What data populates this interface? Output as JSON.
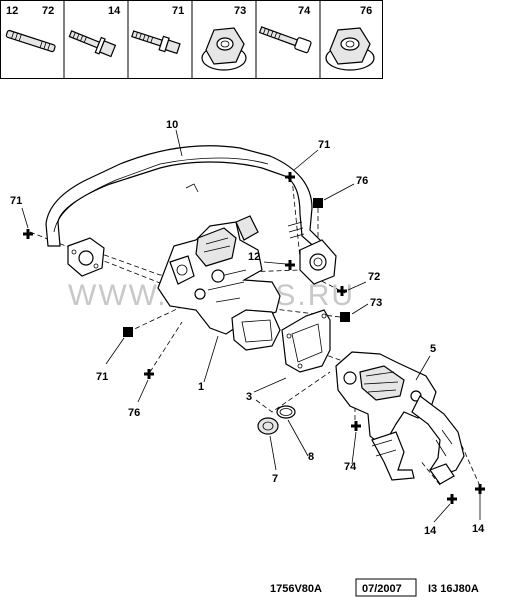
{
  "header": {
    "cells": [
      {
        "labels": [
          "12",
          "72"
        ],
        "icon": "stud-bolt-icon"
      },
      {
        "labels": [
          "14"
        ],
        "icon": "flange-bolt-icon"
      },
      {
        "labels": [
          "71"
        ],
        "icon": "bolt-with-washer-icon"
      },
      {
        "labels": [
          "73"
        ],
        "icon": "flange-nut-icon"
      },
      {
        "labels": [
          "74"
        ],
        "icon": "long-bolt-icon"
      },
      {
        "labels": [
          "76"
        ],
        "icon": "flange-nut-icon"
      }
    ]
  },
  "callouts": {
    "c10": "10",
    "c71_top": "71",
    "c76_top": "76",
    "c71_left": "71",
    "c12": "12",
    "c72": "72",
    "c73": "73",
    "c71_mid": "71",
    "c1": "1",
    "c76_bottom": "76",
    "c3": "3",
    "c5": "5",
    "c8": "8",
    "c7": "7",
    "c74": "74",
    "c14_left": "14",
    "c14_right": "14"
  },
  "watermark": "WWW.EPCATS.RU",
  "footer": {
    "code": "1756V80A",
    "date": "07/2007",
    "ref": "I3 16J80A"
  },
  "colors": {
    "line": "#000000",
    "background": "#ffffff",
    "watermark": "#c8c8c8"
  }
}
